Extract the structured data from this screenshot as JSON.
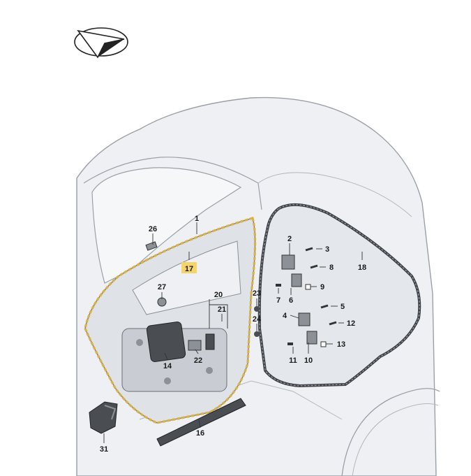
{
  "logo": {
    "icon": "direction-arrow-logo-icon"
  },
  "colors": {
    "body_fill": "#eef0f3",
    "body_stroke": "#9aa0a8",
    "highlight_seal": "#d9b24a",
    "callout_highlight": "#f5d46a",
    "part_dark": "#4a4d52",
    "part_mid": "#8c9097"
  },
  "callouts": {
    "c1": "1",
    "c2": "2",
    "c3": "3",
    "c4": "4",
    "c5": "5",
    "c6": "6",
    "c7": "7",
    "c8": "8",
    "c9": "9",
    "c10": "10",
    "c11": "11",
    "c12": "12",
    "c13": "13",
    "c14": "14",
    "c16": "16",
    "c17": "17",
    "c18": "18",
    "c20": "20",
    "c21": "21",
    "c22": "22",
    "c23": "23",
    "c24": "24",
    "c26": "26",
    "c27": "27",
    "c31": "31"
  }
}
